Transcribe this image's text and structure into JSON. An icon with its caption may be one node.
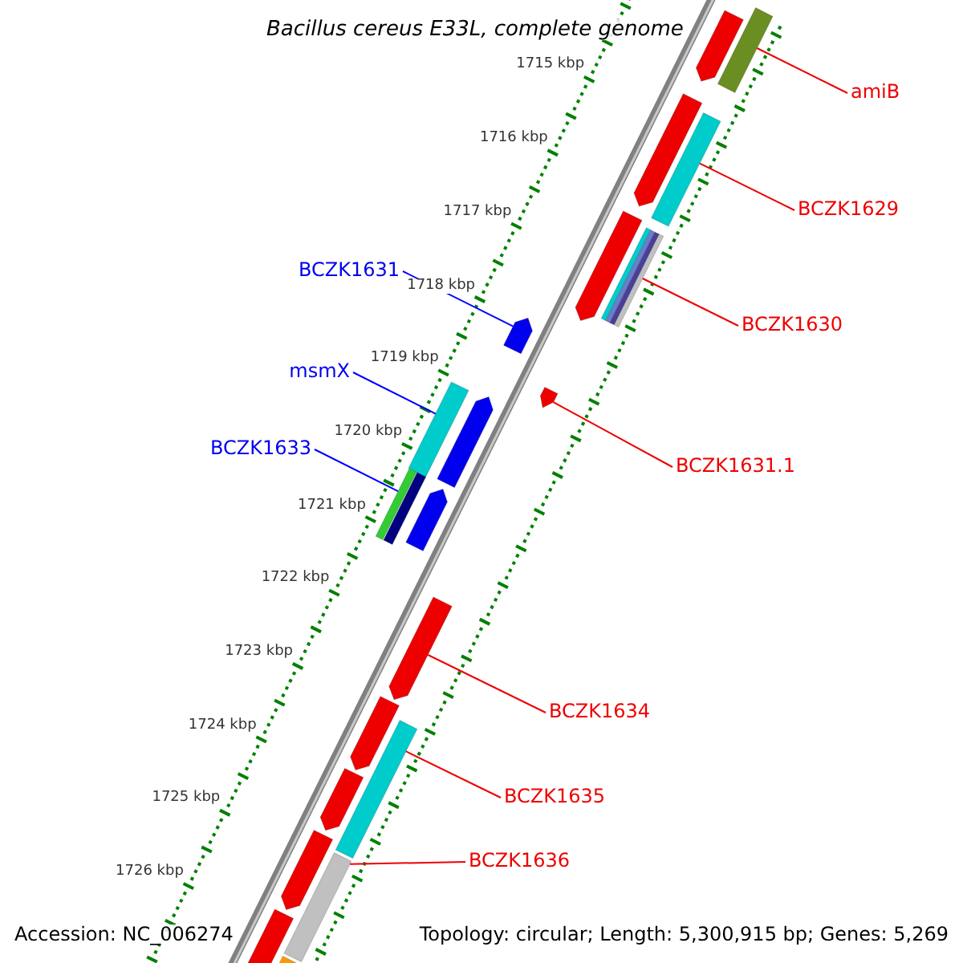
{
  "diagram": {
    "title": "Bacillus cereus E33L, complete genome",
    "nodes": [
      {
        "text": [
          "amiB"
        ]
      },
      {
        "text": [
          "BCZK1629"
        ]
      },
      {
        "text": [
          "BCZK1631"
        ]
      },
      {
        "text": [
          "BCZK1630"
        ]
      },
      {
        "text": [
          "msmX"
        ]
      },
      {
        "text": [
          "BCZK1633"
        ]
      },
      {
        "text": [
          "BCZK1631.1"
        ]
      },
      {
        "text": [
          "BCZK1634"
        ]
      },
      {
        "text": [
          "BCZK1635"
        ]
      },
      {
        "text": [
          "BCZK1636"
        ]
      },
      {
        "text": [],
        "shape": "arrow"
      },
      {
        "text": [],
        "shape": "bar"
      },
      {
        "text": [],
        "shape": "arrow"
      },
      {
        "text": [],
        "shape": "bar"
      },
      {
        "text": [],
        "shape": "arrow"
      },
      {
        "text": [],
        "shape": "bar"
      },
      {
        "text": [],
        "shape": "arrow"
      },
      {
        "text": [],
        "shape": "arrow"
      },
      {
        "text": [],
        "shape": "bar"
      },
      {
        "text": [],
        "shape": "arrow"
      },
      {
        "text": [],
        "shape": "bar"
      },
      {
        "text": [],
        "shape": "bar"
      },
      {
        "text": [],
        "shape": "arrow"
      },
      {
        "text": [],
        "shape": "arrow"
      },
      {
        "text": [],
        "shape": "arrow"
      },
      {
        "text": [],
        "shape": "arrow"
      },
      {
        "text": [],
        "shape": "arrow"
      },
      {
        "text": [],
        "shape": "arrow"
      },
      {
        "text": [],
        "shape": "bar"
      },
      {
        "text": [],
        "shape": "bar"
      },
      {
        "text": [],
        "shape": "bar"
      }
    ],
    "edges": [
      {
        "from": 0,
        "to": 11,
        "arrow": "none"
      },
      {
        "from": 1,
        "to": 13,
        "arrow": "none"
      },
      {
        "from": 2,
        "to": 16,
        "arrow": "none",
        "color": "#0000ff"
      },
      {
        "from": 3,
        "to": 15,
        "arrow": "none"
      },
      {
        "from": 4,
        "to": 18,
        "arrow": "none",
        "color": "#0000ff"
      },
      {
        "from": 5,
        "to": 20,
        "arrow": "none",
        "color": "#0000ff"
      },
      {
        "from": 6,
        "to": 17,
        "arrow": "none"
      },
      {
        "from": 7,
        "to": 23,
        "arrow": "none"
      },
      {
        "from": 8,
        "to": 28,
        "arrow": "none"
      },
      {
        "from": 9,
        "to": 29,
        "arrow": "none"
      }
    ],
    "labels": [
      "1715 kbp",
      "1716 kbp",
      "1717 kbp",
      "1718 kbp",
      "1719 kbp",
      "1720 kbp",
      "1721 kbp",
      "1722 kbp",
      "1723 kbp",
      "1724 kbp",
      "1725 kbp",
      "1726 kbp",
      "Accession: NC_006274",
      "Topology: circular; Length: 5,300,915 bp; Genes: 5,269"
    ]
  }
}
